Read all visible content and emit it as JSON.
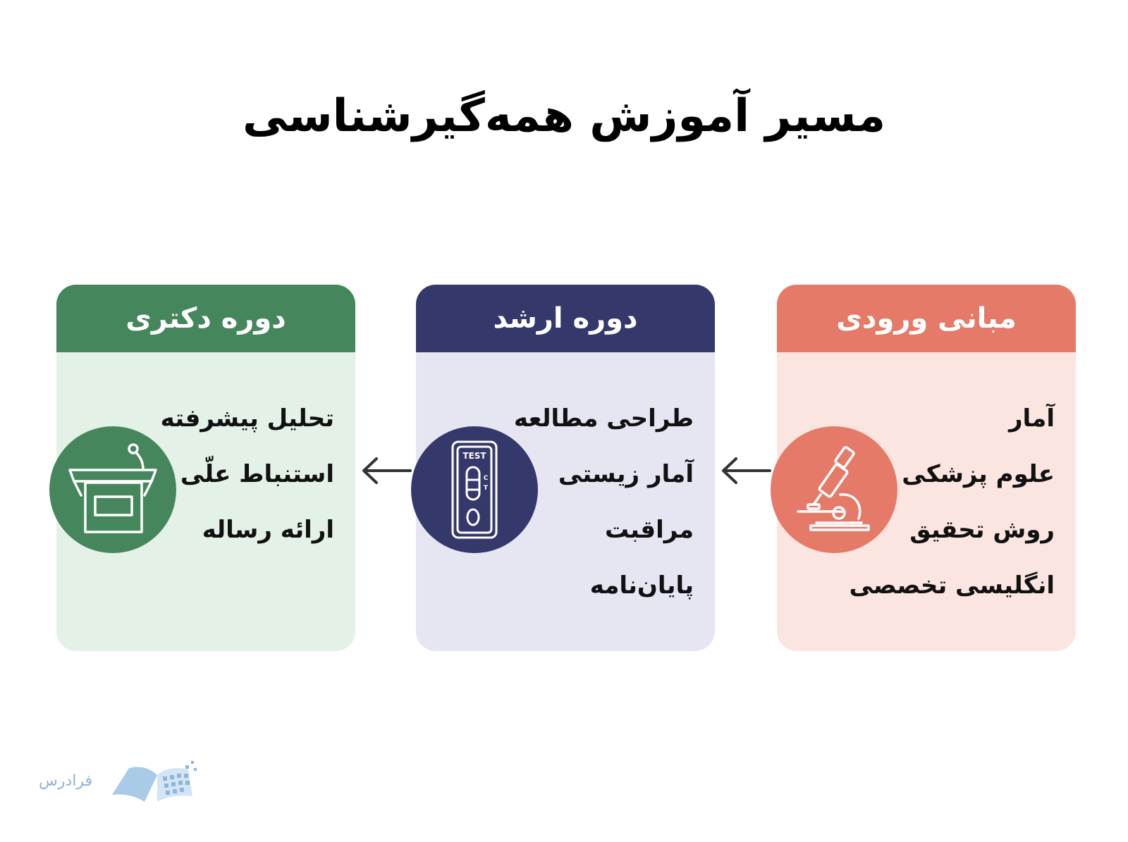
{
  "title": "مسیر آموزش همه‌گیرشناسی",
  "colors": {
    "entry": "#e57a68",
    "entry_bg": "#fbe5e0",
    "masters": "#35386b",
    "masters_bg": "#e6e6f3",
    "phd": "#46865d",
    "phd_bg": "#e4f1e7"
  },
  "stages": [
    {
      "title": "مبانی ورودی",
      "icon": "microscope-icon",
      "items": [
        "آمار",
        "علوم پزشکی",
        "روش تحقیق",
        "انگلیسی تخصصی"
      ]
    },
    {
      "title": "دوره ارشد",
      "icon": "test-kit-icon",
      "icon_text": "TEST",
      "icon_marks": [
        "C",
        "T"
      ],
      "items": [
        "طراحی مطالعه",
        "آمار زیستی",
        "مراقبت",
        "پایان‌نامه"
      ]
    },
    {
      "title": "دوره دکتری",
      "icon": "podium-icon",
      "items": [
        "تحلیل پیشرفته",
        "استنباط علّی",
        "ارائه رساله"
      ]
    }
  ],
  "logo": {
    "text": "فرادرس",
    "icon": "book-logo-icon"
  }
}
